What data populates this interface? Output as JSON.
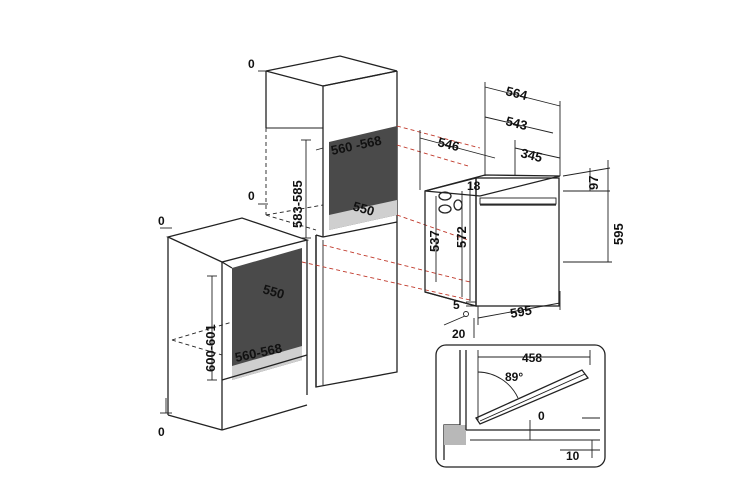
{
  "dimensions": {
    "clear_top_1": "0",
    "clear_mid": "0",
    "clear_left_top": "0",
    "clear_bottom": "0",
    "niche_width_top": "560 -568",
    "niche_height_tall": "583-585",
    "niche_depth_tall": "550",
    "niche_depth_low": "550",
    "niche_height_low": "600-601",
    "niche_width_low": "560-568",
    "oven_depth_total": "564",
    "oven_depth_543": "543",
    "oven_depth_546": "546",
    "oven_depth_345": "345",
    "panel_18": "18",
    "oven_97": "97",
    "oven_height_537": "537",
    "oven_height_572": "572",
    "oven_height_595": "595",
    "oven_width_595": "595",
    "gap_5": "5",
    "gap_20": "20",
    "door_open": "458",
    "door_angle": "89°",
    "detail_0": "0",
    "detail_10": "10"
  },
  "colors": {
    "line": "#222222",
    "red_dash": "#c0392b",
    "cavity": "#4a4a4a"
  }
}
